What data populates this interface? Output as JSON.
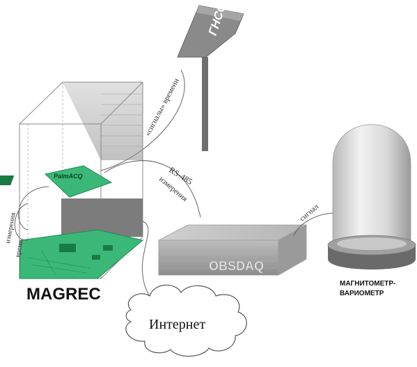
{
  "labels": {
    "gnss": "ГНСС",
    "signals_time": "«сигналы» времени",
    "palmacq": "PalmACQ",
    "rs485": "RS-485",
    "measurements_rs": "измерения",
    "measurements_left": "измерения",
    "time_left": "время",
    "magrec": "MAGREC",
    "obsdaq": "OBSDAQ",
    "signal": "сигнал",
    "magnetometer_line1": "МАГНИТОМЕТР-",
    "magnetometer_line2": "ВАРИОМЕТР",
    "internet": "Интернет"
  },
  "colors": {
    "pcb_green": "#2fa86a",
    "pcb_dark": "#1a7a45",
    "box_grey": "#a9a9a9",
    "box_dark": "#7d7d7d",
    "antenna_grey": "#808080",
    "line": "#555555"
  }
}
